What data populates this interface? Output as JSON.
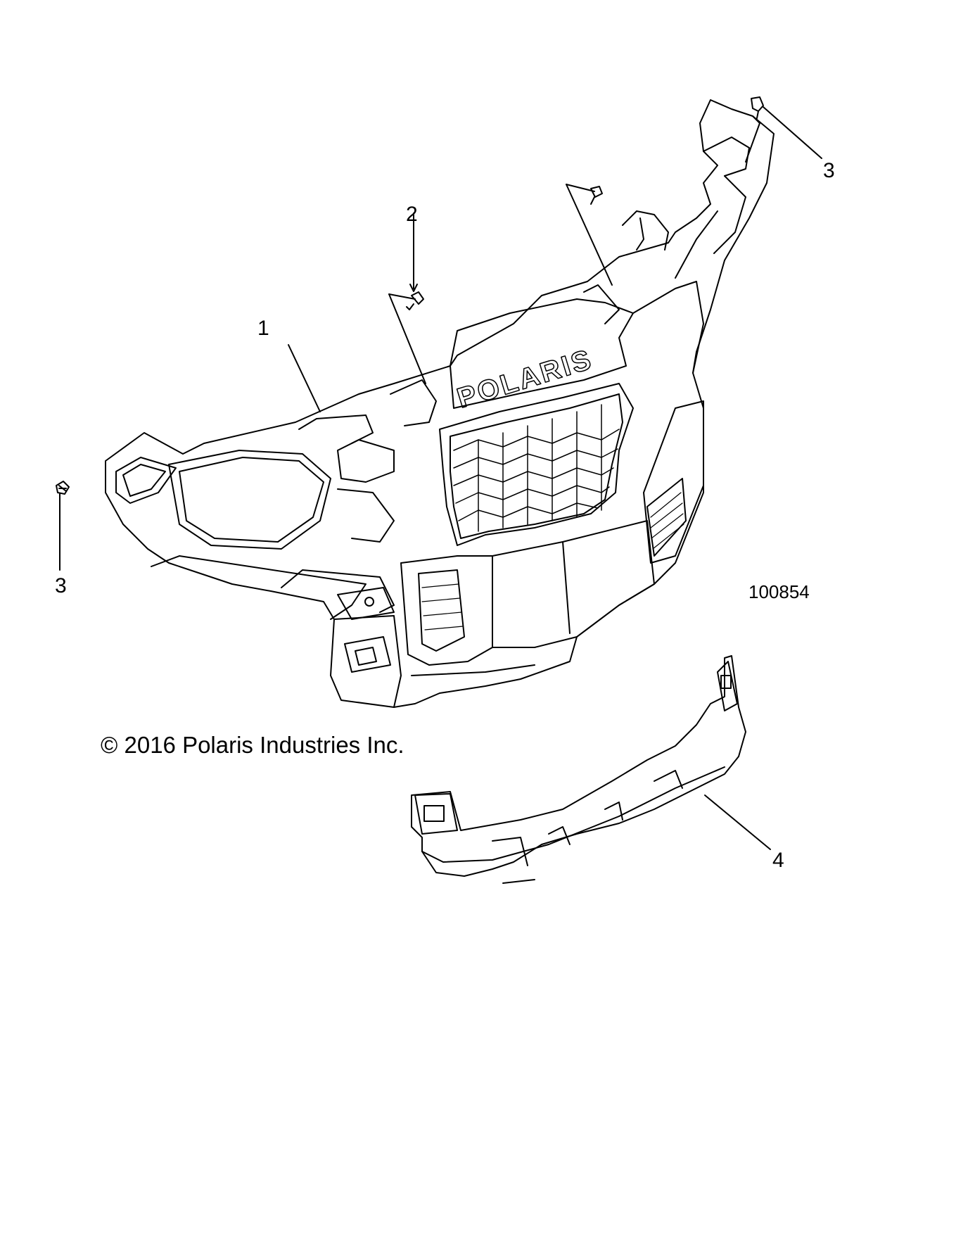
{
  "callouts": [
    {
      "id": "callout-1",
      "label": "1"
    },
    {
      "id": "callout-2",
      "label": "2"
    },
    {
      "id": "callout-3-right",
      "label": "3"
    },
    {
      "id": "callout-3-left",
      "label": "3"
    },
    {
      "id": "callout-4",
      "label": "4"
    }
  ],
  "copyright": "© 2016 Polaris Industries Inc.",
  "figure_id": "100854",
  "brand_logo_text": "POLARIS",
  "colors": {
    "line": "#000000",
    "background": "#ffffff"
  }
}
